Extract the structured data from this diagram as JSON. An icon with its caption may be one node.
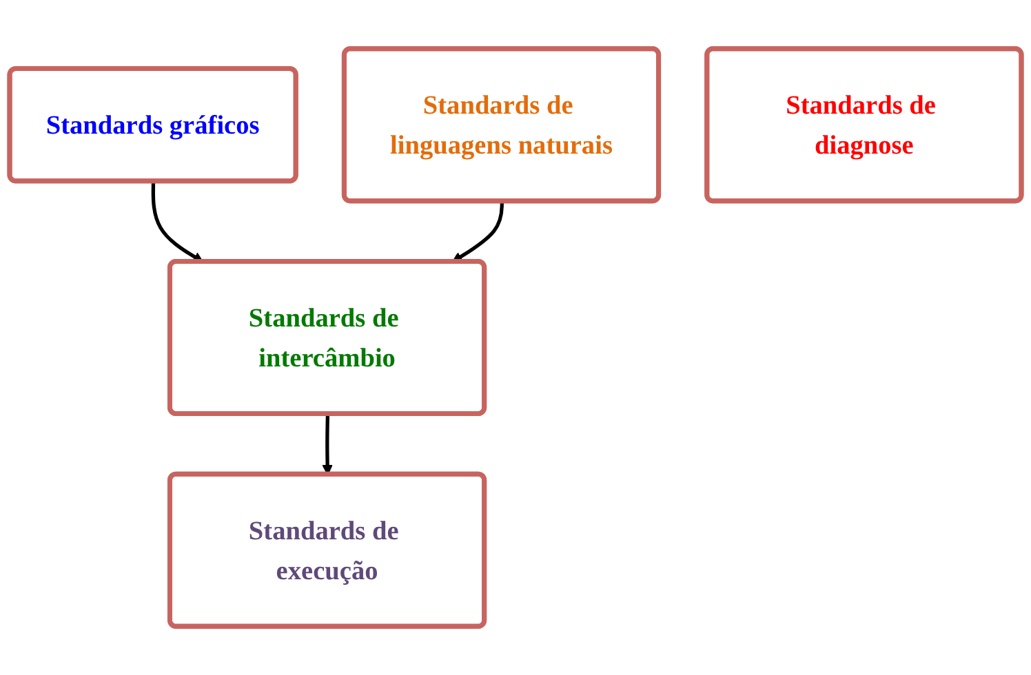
{
  "diagram": {
    "nodes": [
      {
        "text": [
          "Standards gráficos"
        ]
      },
      {
        "text": [
          "Standards de linguagens naturais"
        ]
      },
      {
        "text": [
          "Standards de intercâmbio"
        ]
      },
      {
        "text": [
          "Standards de execução"
        ]
      },
      {
        "text": [
          "Standards de diagnose"
        ]
      }
    ],
    "edges": [
      {
        "from": 0,
        "to": 2,
        "arrow": "to"
      },
      {
        "from": 1,
        "to": 2,
        "arrow": "to"
      },
      {
        "from": 2,
        "to": 3,
        "arrow": "to"
      }
    ]
  }
}
